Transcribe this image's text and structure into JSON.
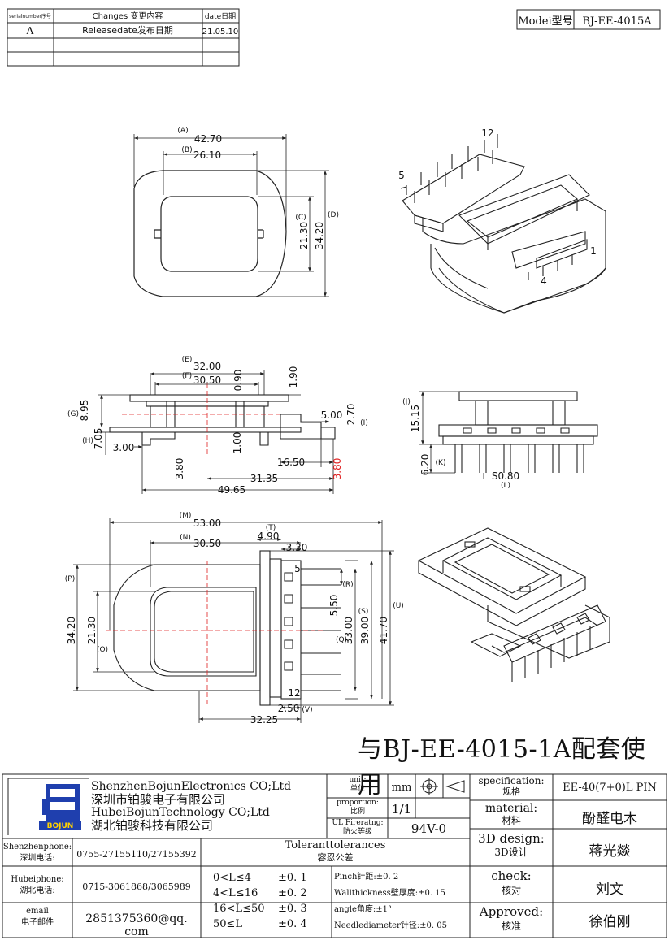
{
  "revision_table": {
    "headers": {
      "serial": "serialnumber序号",
      "changes": "Changes 变更内容",
      "date": "date日期"
    },
    "rows": [
      {
        "serial": "A",
        "changes": "Releasedate发布日期",
        "date": "21.05.10"
      },
      {
        "serial": "",
        "changes": "",
        "date": ""
      },
      {
        "serial": "",
        "changes": "",
        "date": ""
      }
    ]
  },
  "model": {
    "label": "Modei型号",
    "value": "BJ-EE-4015A"
  },
  "views": {
    "top": {
      "dims": [
        "42.70",
        "26.10",
        "21.30",
        "34.20"
      ],
      "tags": [
        "(A)",
        "(B)",
        "(C)",
        "(D)"
      ]
    },
    "side": {
      "dims": [
        "32.00",
        "30.50",
        "0.90",
        "1.90",
        "8.95",
        "7.05",
        "3.00",
        "5.00",
        "2.70",
        "1.00",
        "16.50",
        "3.80",
        "3.80",
        "31.35",
        "49.65"
      ],
      "tags": [
        "(E)",
        "(F)",
        "(G)",
        "(H)",
        "(I)"
      ]
    },
    "front": {
      "dims": [
        "15.15",
        "6.20",
        "S0.80"
      ],
      "tags": [
        "(J)",
        "(K)",
        "(L)"
      ]
    },
    "bottom": {
      "dims": [
        "53.00",
        "4.90",
        "30.50",
        "3.30",
        "5.50",
        "33.00",
        "39.00",
        "41.70",
        "34.20",
        "21.30",
        "2.50",
        "32.25"
      ],
      "tags": [
        "(M)",
        "(N)",
        "(T)",
        "(P)",
        "(O)",
        "(R)",
        "(S)",
        "(U)",
        "(V)",
        "(Q)"
      ],
      "pins": [
        "5",
        "12"
      ]
    },
    "iso_top_pins": [
      "12",
      "5",
      "1",
      "4"
    ]
  },
  "note": "与BJ-EE-4015-1A配套使用",
  "title_block": {
    "company": [
      "ShenzhenBojunElectronics CO;Ltd",
      "深圳市铂骏电子有限公司",
      "HubeiBojunTechnology CO;Ltd",
      "湖北铂骏科技有限公司"
    ],
    "logo_text": "BOJUN",
    "unit_label": "unit:",
    "unit_label_cn": "单位",
    "unit_value": "mm",
    "proportion_label": "proportion:",
    "proportion_label_cn": "比例",
    "proportion_value": "1/1",
    "ul_label": "UL Fireratng:",
    "ul_label_cn": "防火等级",
    "ul_value": "94V-0",
    "spec_label": "specification:",
    "spec_label_cn": "规格",
    "spec_value": "EE-40(7+0)L PIN",
    "material_label": "material:",
    "material_label_cn": "材料",
    "material_value": "酚醛电木",
    "design_label": "3D design:",
    "design_label_cn": "3D设计",
    "design_value": "蒋光燚",
    "check_label": "check:",
    "check_label_cn": "核对",
    "check_value": "刘文",
    "approved_label": "Approved:",
    "approved_label_cn": "核准",
    "approved_value": "徐伯刚",
    "contacts": [
      {
        "label": "Shenzhenphone:",
        "label_cn": "深圳电话:",
        "value": "0755-27155110/27155392"
      },
      {
        "label": "Hubeiphone:",
        "label_cn": "湖北电话:",
        "value": "0715-3061868/3065989"
      },
      {
        "label": "email",
        "label_cn": "电子邮件",
        "value": "2851375360@qq. com"
      }
    ],
    "tolerance_title": "Toleranttolerances",
    "tolerance_title_cn": "容忍公差",
    "tolerances": [
      {
        "range": "0<L≤4",
        "value": "±0. 1"
      },
      {
        "range": "4<L≤16",
        "value": "±0. 2"
      },
      {
        "range": "16<L≤50",
        "value": "±0. 3"
      },
      {
        "range": "50≤L",
        "value": "±0. 4"
      }
    ],
    "specs": [
      "Pinch针距:±0. 2",
      "Wallthickness壁厚度:±0. 15",
      "angle角度:±1°",
      "Needlediameter针径:±0. 05"
    ]
  }
}
